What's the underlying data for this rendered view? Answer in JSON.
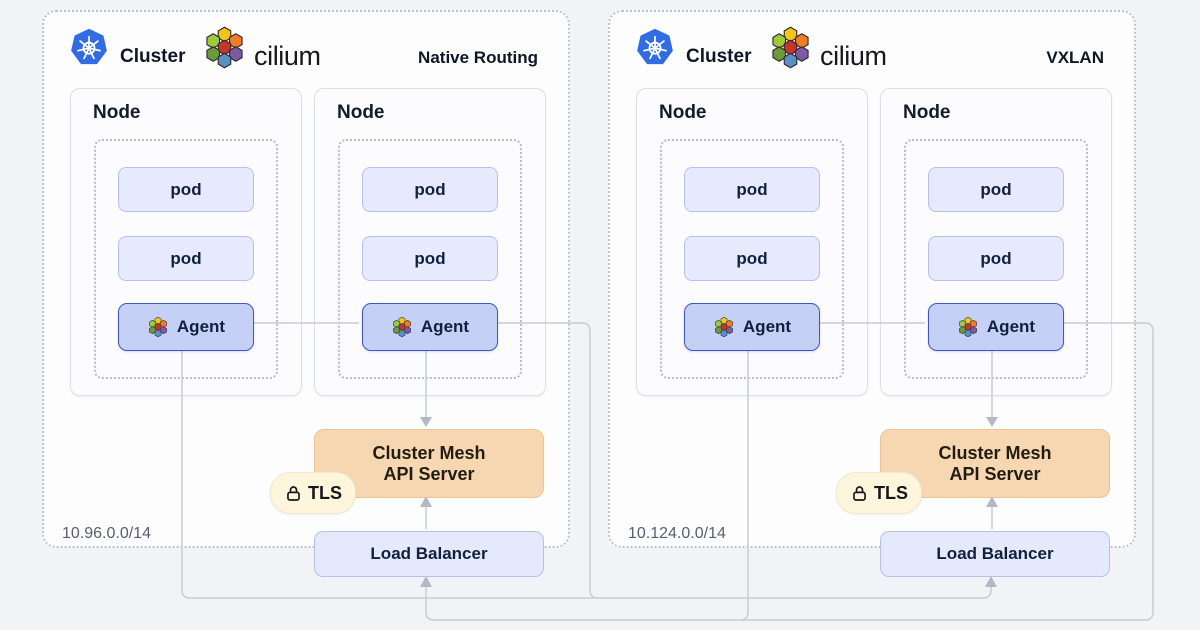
{
  "diagram": "Cilium Cluster Mesh architecture",
  "colors": {
    "background": "#f1f3f7",
    "cluster_fill": "#fdfdfe",
    "cluster_border": "#bdc3ce",
    "node_fill": "#fcfcfe",
    "node_border": "#dbdfe6",
    "pod_fill": "#e6eafc",
    "pod_border": "#b6c0ef",
    "agent_fill": "#c5d0f7",
    "agent_border": "#4156c5",
    "api_server_fill": "#f6d7b1",
    "api_server_border": "#e9c496",
    "tls_fill": "#fdf6dd",
    "load_balancer_fill": "#e4e9fb",
    "load_balancer_border": "#b7c0ea",
    "connector_line": "#c7ccd6",
    "kubernetes_blue": "#326ce5",
    "cilium_center_red": "#c8332d",
    "label_text": "#10203e"
  },
  "icons": {
    "kubernetes": "kubernetes-wheel-heptagon",
    "cilium": "cilium-hexagon-flower",
    "tls": "padlock"
  },
  "clusters": [
    {
      "cluster_label": "Cluster",
      "brand_label": "cilium",
      "routing_label": "Native Routing",
      "cidr": "10.96.0.0/14",
      "nodes": [
        {
          "label": "Node",
          "pods": [
            "pod",
            "pod"
          ],
          "agent_label": "Agent"
        },
        {
          "label": "Node",
          "pods": [
            "pod",
            "pod"
          ],
          "agent_label": "Agent"
        }
      ],
      "api_server": {
        "line1": "Cluster Mesh",
        "line2": "API Server"
      },
      "tls_label": "TLS",
      "load_balancer_label": "Load Balancer"
    },
    {
      "cluster_label": "Cluster",
      "brand_label": "cilium",
      "routing_label": "VXLAN",
      "cidr": "10.124.0.0/14",
      "nodes": [
        {
          "label": "Node",
          "pods": [
            "pod",
            "pod"
          ],
          "agent_label": "Agent"
        },
        {
          "label": "Node",
          "pods": [
            "pod",
            "pod"
          ],
          "agent_label": "Agent"
        }
      ],
      "api_server": {
        "line1": "Cluster Mesh",
        "line2": "API Server"
      },
      "tls_label": "TLS",
      "load_balancer_label": "Load Balancer"
    }
  ]
}
